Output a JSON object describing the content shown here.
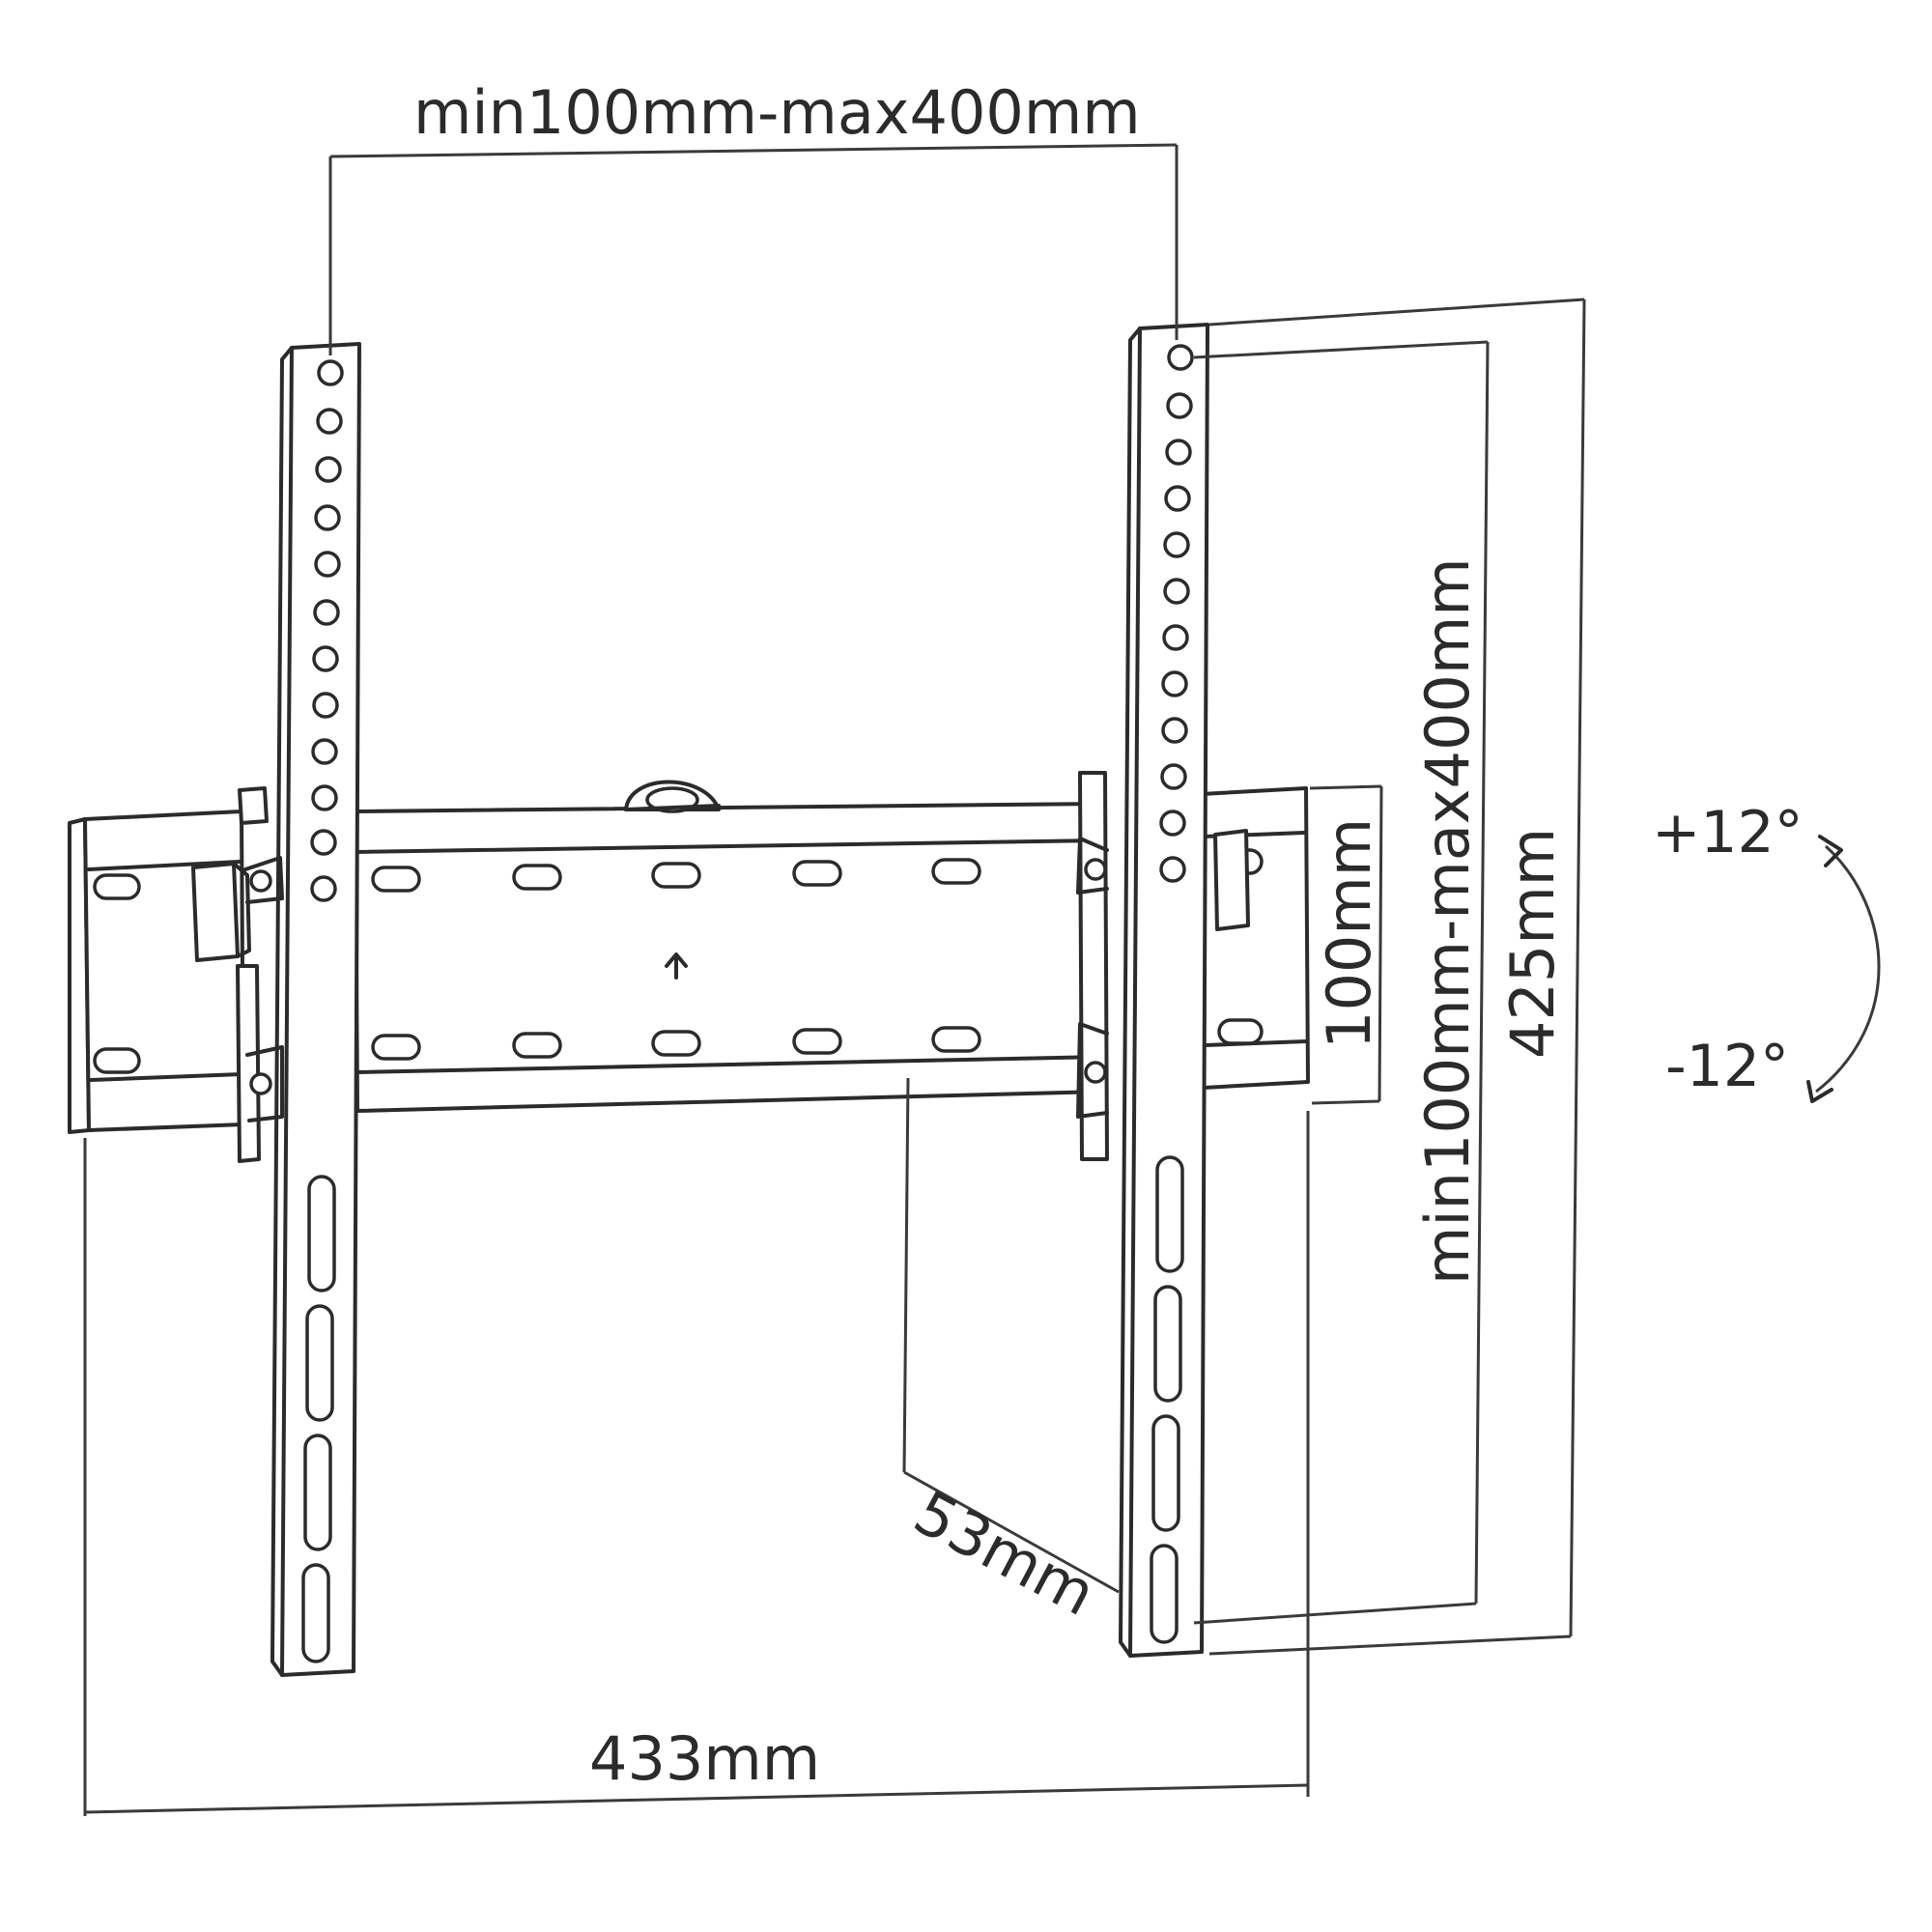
{
  "labels": {
    "top_width": "min100mm-max400mm",
    "inner_height": "min100mm-max400mm",
    "total_height": "425mm",
    "bracket_height": "100mm",
    "depth": "53mm",
    "total_width": "433mm",
    "tilt_up": "+12°",
    "tilt_down": "-12°"
  }
}
